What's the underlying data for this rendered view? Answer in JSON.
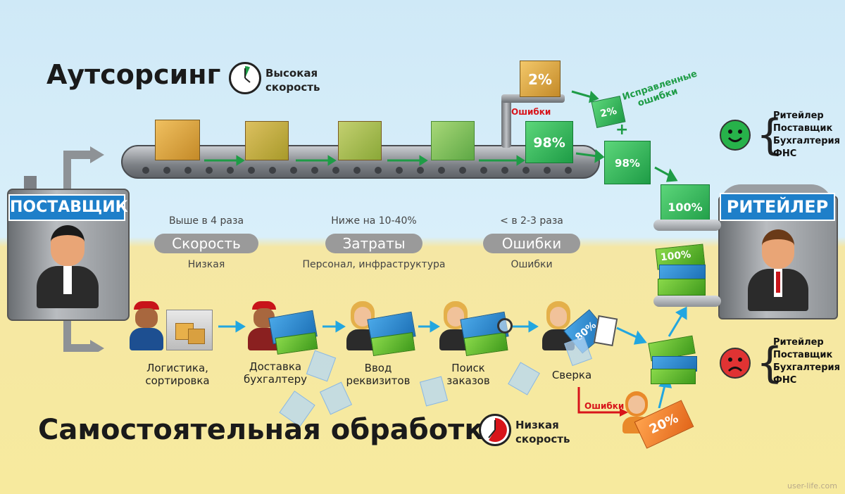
{
  "top": {
    "title": "Аутсорсинг",
    "speed_line1": "Высокая",
    "speed_line2": "скорость",
    "error_label": "Ошибки",
    "error_box": "2%",
    "corrected_label1": "Исправленные",
    "corrected_label2": "ошибки",
    "corrected_box": "2%",
    "good_box": "98%",
    "moving_box": "98%",
    "final_box": "100%",
    "plus": "+"
  },
  "supplier": {
    "label": "ПОСТАВЩИК"
  },
  "retailer": {
    "label": "РИТЕЙЛЕР"
  },
  "metrics": [
    {
      "top": "Выше в 4 раза",
      "name": "Скорость",
      "bottom": "Низкая"
    },
    {
      "top": "Ниже на 10-40%",
      "name": "Затраты",
      "bottom": "Персонал, инфраструктура"
    },
    {
      "top": "< в 2-3 раза",
      "name": "Ошибки",
      "bottom": "Ошибки"
    }
  ],
  "good_list": [
    "Ритейлер",
    "Поставщик",
    "Бухгалтерия",
    "ФНС"
  ],
  "bad_list": [
    "Ритейлер",
    "Поставщик",
    "Бухгалтерия",
    "ФНС"
  ],
  "stages": [
    {
      "line1": "Логистика,",
      "line2": "сортировка"
    },
    {
      "line1": "Доставка",
      "line2": "бухгалтеру"
    },
    {
      "line1": "Ввод",
      "line2": "реквизитов"
    },
    {
      "line1": "Поиск",
      "line2": "заказов"
    },
    {
      "line1": "Сверка",
      "line2": ""
    }
  ],
  "bottom": {
    "title": "Самостоятельная обработка",
    "speed_line1": "Низкая",
    "speed_line2": "скорость",
    "error_label": "Ошибки",
    "check_pct": "80%",
    "error_pct": "20%",
    "stack_pct": "100%"
  },
  "watermark": "user-life.com",
  "colors": {
    "accent_blue": "#1e7fc9",
    "green": "#1e9c46",
    "red": "#d8141a",
    "cyan_arrow": "#22a6e0"
  }
}
